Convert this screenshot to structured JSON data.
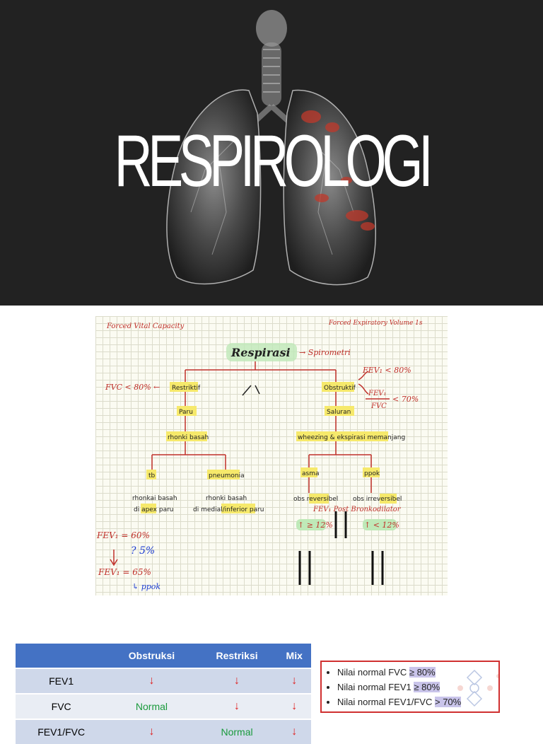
{
  "hero": {
    "title": "RESPIROLOGI"
  },
  "notes": {
    "top_left": "Forced Vital Capacity",
    "top_right": "Forced Expiratory Volume 1s",
    "root": "Respirasi",
    "root_arrow": "→ Spirometri",
    "fev1_cond": "FEV₁ < 80%",
    "fev_fraction_top": "FEV₁",
    "fev_fraction_bottom": "FVC",
    "fev_fraction_value": "< 70%",
    "fvc_cond": "FVC < 80% ←",
    "restriktif": "Restriktif",
    "obstruktif": "Obstruktif",
    "paru": "Paru",
    "saluran": "Saluran",
    "rhonki_basah": "rhonki basah",
    "wheezing": "wheezing & ekspirasi memanjang",
    "tb": "tb",
    "pneumonia": "pneumonia",
    "asma": "asma",
    "ppok": "ppok",
    "tb_desc_1": "rhonkai basah",
    "tb_desc_2": "di apex paru",
    "pn_desc_1": "rhonki basah",
    "pn_desc_2": "di medial/inferior paru",
    "asma_desc": "obs reversibel",
    "ppok_desc": "obs irreversibel",
    "fev_post": "FEV₁ Post Bronkodilator",
    "asma_val": "↑ ≥ 12%",
    "ppok_val": "↑ < 12%",
    "fev_a": "FEV₁ = 60%",
    "fev_q": "? 5%",
    "fev_b": "FEV₁ = 65%",
    "ppok_note": "↳ ppok"
  },
  "table": {
    "headers": [
      "",
      "Obstruksi",
      "Restriksi",
      "Mix"
    ],
    "rows": [
      {
        "label": "FEV1",
        "obstruksi": "↓",
        "restriksi": "↓",
        "mix": "↓"
      },
      {
        "label": "FVC",
        "obstruksi": "Normal",
        "restriksi": "↓",
        "mix": "↓"
      },
      {
        "label": "FEV1/FVC",
        "obstruksi": "↓",
        "restriksi": "Normal",
        "mix": "↓"
      }
    ]
  },
  "normals": {
    "items": [
      {
        "text": "Nilai normal FVC ",
        "value": "≥ 80%"
      },
      {
        "text": "Nilai normal FEV1 ",
        "value": "≥ 80%"
      },
      {
        "text": "Nilai normal FEV1/FVC ",
        "value": "> 70%"
      }
    ]
  },
  "colors": {
    "hero_bg": "#222222",
    "table_header": "#4472c4",
    "red": "#e02020",
    "green": "#1a9a3c",
    "highlight_yellow": "#f6e96b",
    "highlight_green": "#bfe9b8"
  }
}
